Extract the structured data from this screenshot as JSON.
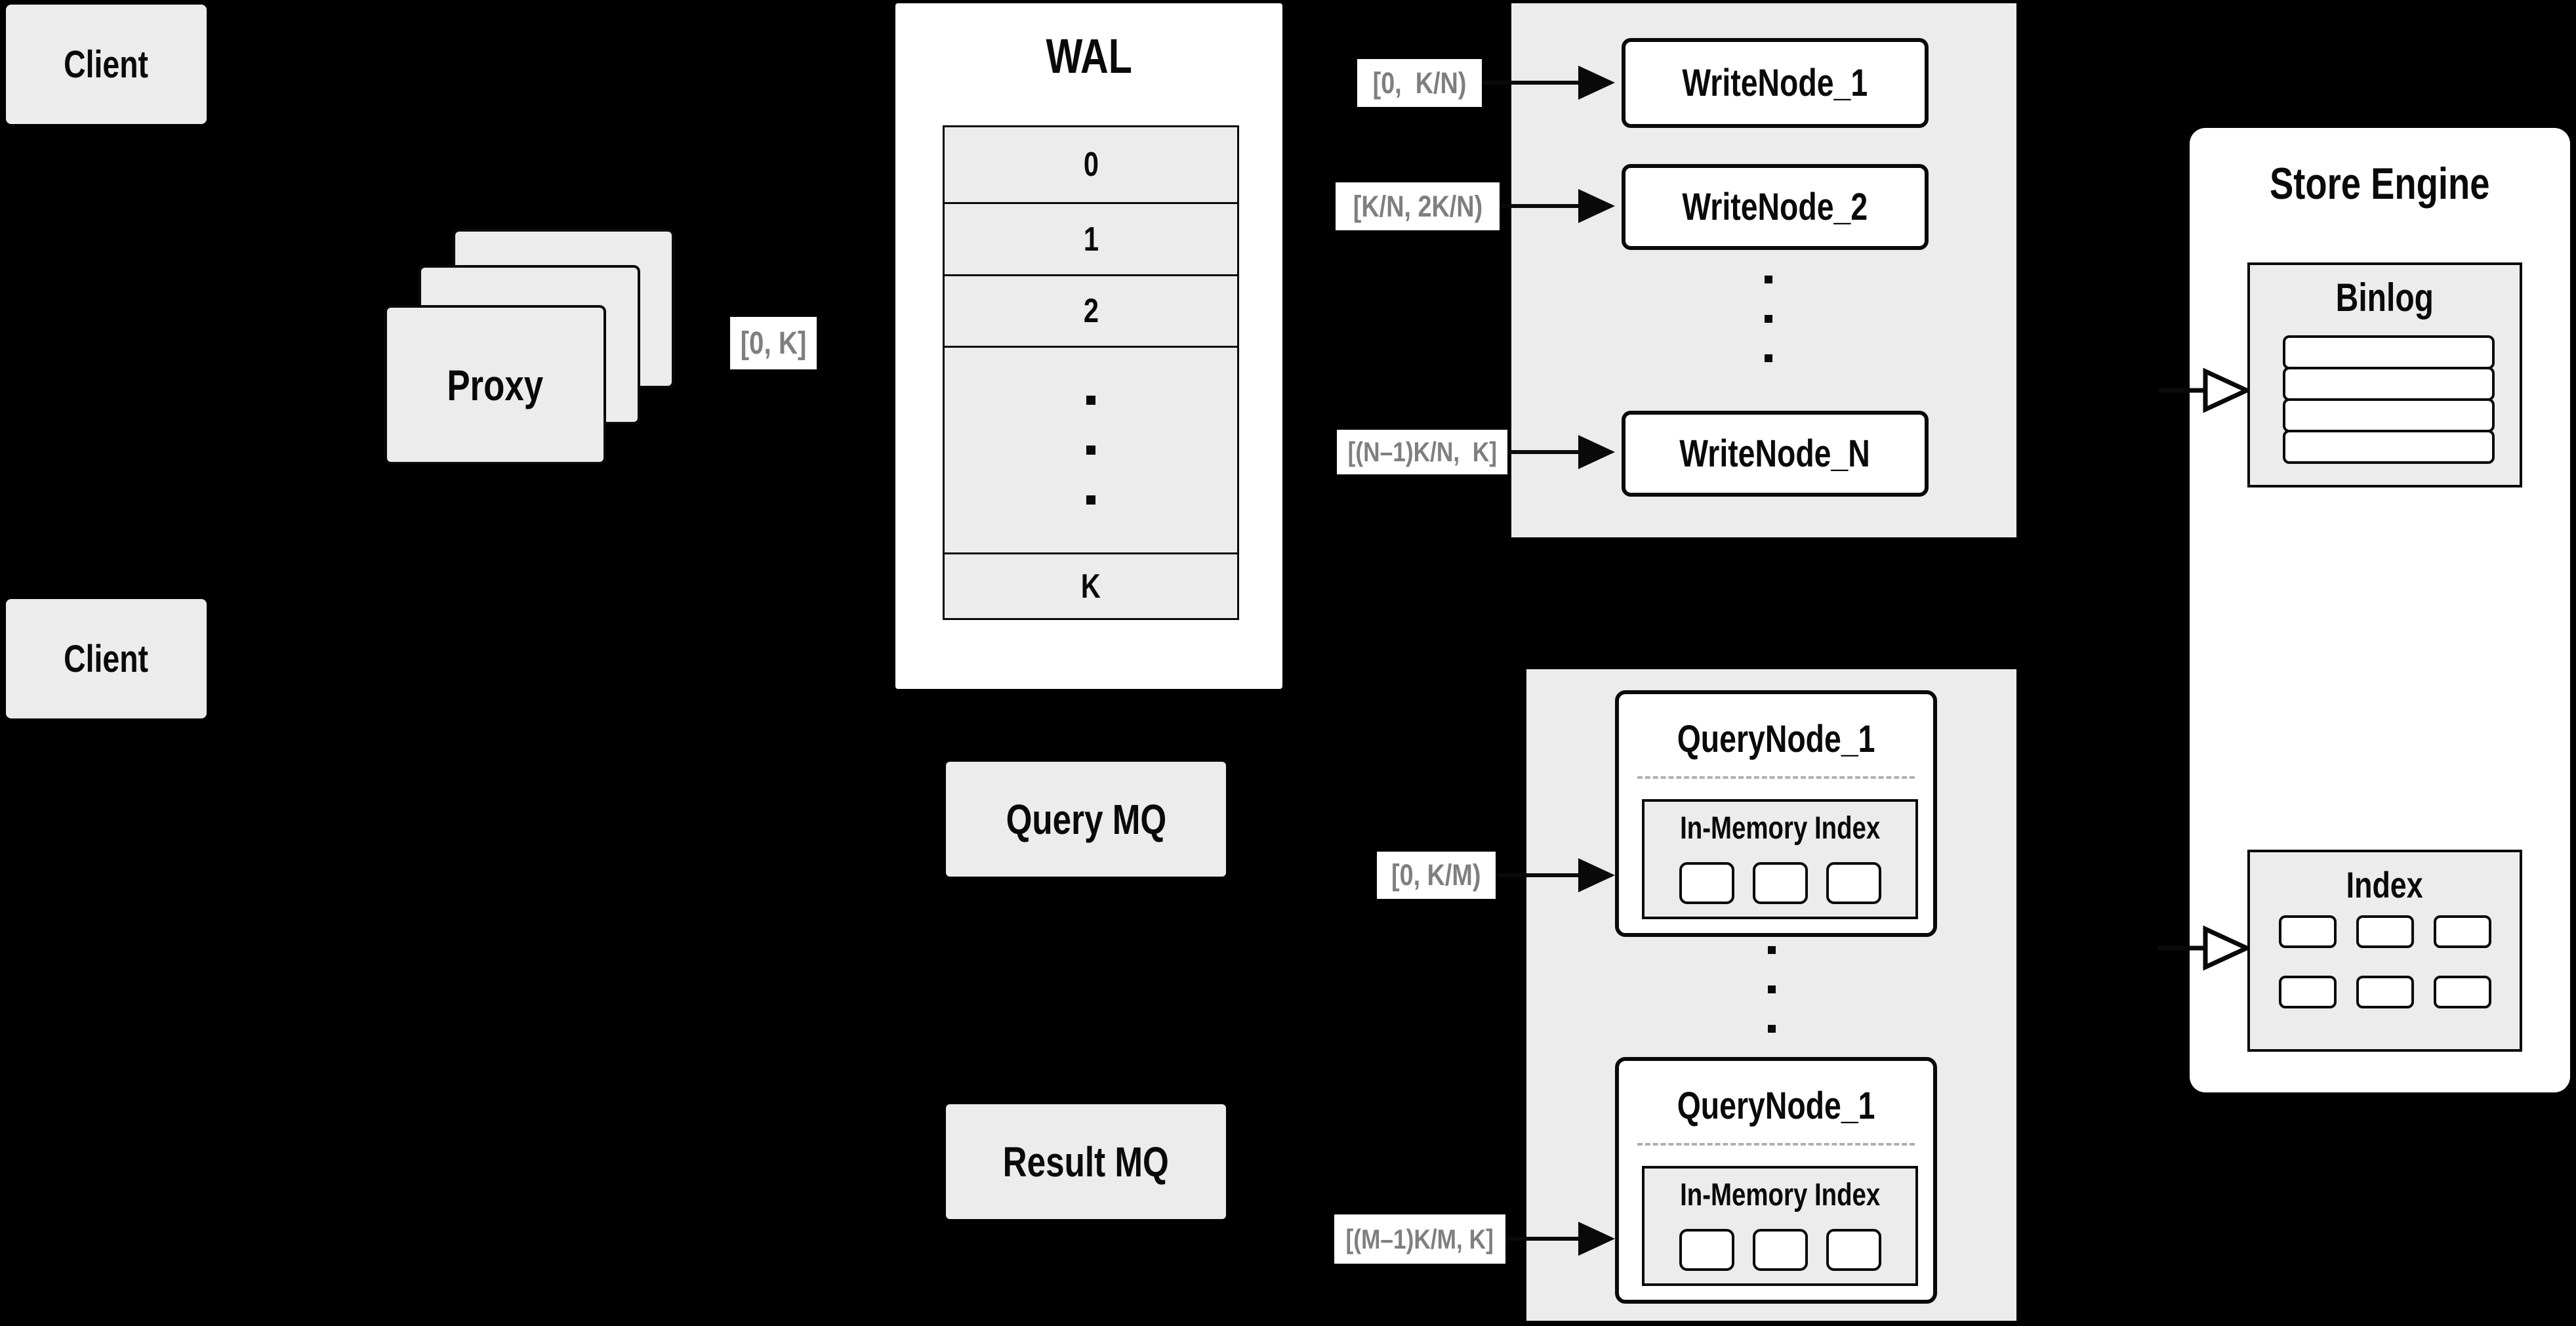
{
  "colors": {
    "background": "#000000",
    "panel_gray": "#ececec",
    "node_fill": "#ffffff",
    "line_black": "#0a0a0a",
    "range_label_text": "#7f7f7f"
  },
  "clients": {
    "top_label": "Client",
    "bottom_label": "Client"
  },
  "proxy": {
    "label": "Proxy"
  },
  "wal": {
    "title": "WAL",
    "segments": [
      "0",
      "1",
      "2",
      "K"
    ]
  },
  "range_labels": {
    "proxy_out": "[0, K]",
    "write_node_1": "[0,  K/N)",
    "write_node_2": "[K/N, 2K/N)",
    "write_node_n": "[(N–1)K/N,  K]",
    "query_node_1": "[0, K/M)",
    "query_node_m": "[(M–1)K/M, K]"
  },
  "write_nodes": {
    "node_1": "WriteNode_1",
    "node_2": "WriteNode_2",
    "node_n": "WriteNode_N"
  },
  "message_queues": {
    "query": "Query MQ",
    "result": "Result MQ"
  },
  "query_nodes": {
    "top_title": "QueryNode_1",
    "bottom_title": "QueryNode_1",
    "in_memory_index_label": "In-Memory Index",
    "in_memory_slot_count": 3
  },
  "store_engine": {
    "title": "Store Engine",
    "binlog_title": "Binlog",
    "binlog_slot_count": 4,
    "index_title": "Index",
    "index_slot_count": 6
  }
}
